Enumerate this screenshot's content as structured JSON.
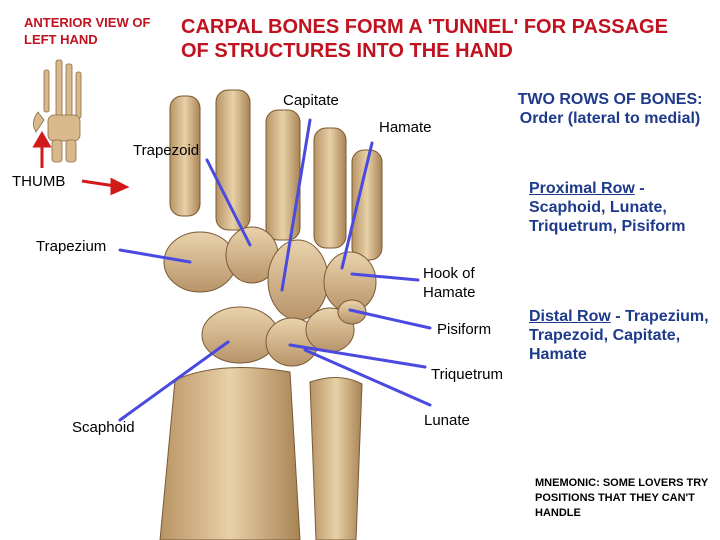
{
  "header": {
    "view_label": "ANTERIOR VIEW OF LEFT HAND",
    "title": "CARPAL BONES FORM A 'TUNNEL' FOR PASSAGE OF STRUCTURES INTO THE HAND"
  },
  "labels": {
    "capitate": "Capitate",
    "hamate": "Hamate",
    "trapezoid": "Trapezoid",
    "thumb": "THUMB",
    "trapezium": "Trapezium",
    "hook_of_hamate_1": "Hook of",
    "hook_of_hamate_2": "Hamate",
    "pisiform": "Pisiform",
    "triquetrum": "Triquetrum",
    "scaphoid": "Scaphoid",
    "lunate": "Lunate"
  },
  "side_panel": {
    "rows_heading": "TWO ROWS OF BONES: Order (lateral to medial)",
    "proximal_title": "Proximal Row",
    "proximal_sep": " - ",
    "proximal_list": "Scaphoid, Lunate, Triquetrum, Pisiform",
    "distal_title": "Distal Row",
    "distal_sep": " - ",
    "distal_list": "Trapezium, Trapezoid, Capitate, Hamate"
  },
  "mnemonic": "MNEMONIC: SOME LOVERS TRY POSITIONS THAT THEY CAN'T HANDLE",
  "colors": {
    "title_red": "#c0121f",
    "text_blue": "#1e3a8a",
    "pointer_blue": "#4a4ae0",
    "thumb_arrow_red": "#d11a1a",
    "bone": "#d9b98a"
  }
}
